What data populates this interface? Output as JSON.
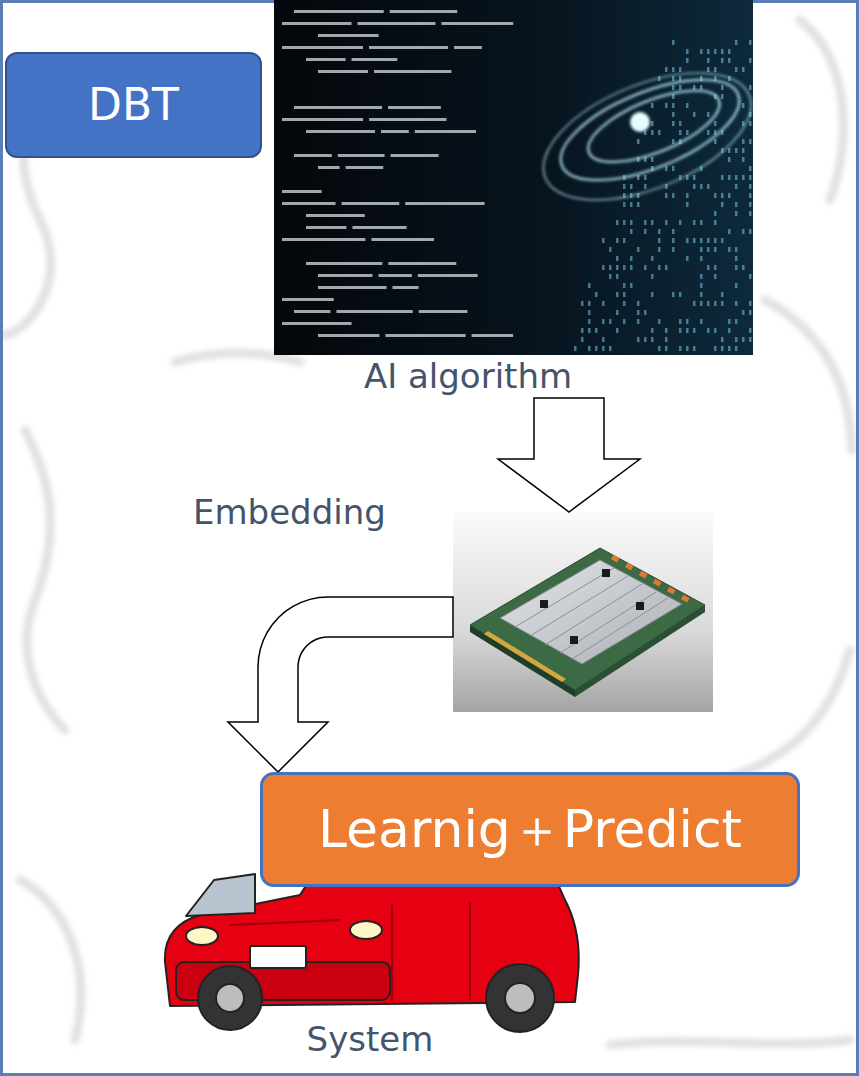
{
  "diagram": {
    "nodes": [
      {
        "text": [
          "DBT"
        ]
      },
      {
        "text": [
          "AI algorithm"
        ]
      },
      {
        "text": [
          "AI Chip"
        ]
      },
      {
        "text": [
          "Learnig＋Predict"
        ]
      },
      {
        "text": [
          "System"
        ]
      }
    ],
    "edges": [
      {
        "from": 1,
        "to": 2,
        "arrow": "to"
      },
      {
        "from": 2,
        "to": 3,
        "arrow": "to"
      }
    ],
    "labels": [
      "Embedding"
    ]
  }
}
